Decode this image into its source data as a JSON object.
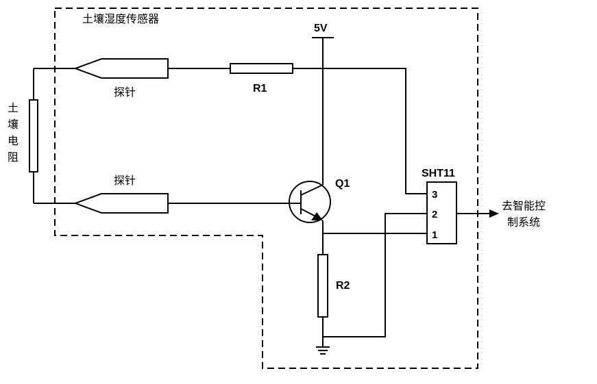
{
  "sensor_box_label": "土壤湿度传感器",
  "supply_label": "5V",
  "soil_resistance_label": [
    "土",
    "壤",
    "电",
    "阻"
  ],
  "probe_top_label": "探针",
  "probe_bottom_label": "探针",
  "r1_label": "R1",
  "r2_label": "R2",
  "q1_label": "Q1",
  "sht11": {
    "title": "SHT11",
    "pins": [
      "3",
      "2",
      "1"
    ]
  },
  "output_label": [
    "去智能控",
    "制系统"
  ]
}
